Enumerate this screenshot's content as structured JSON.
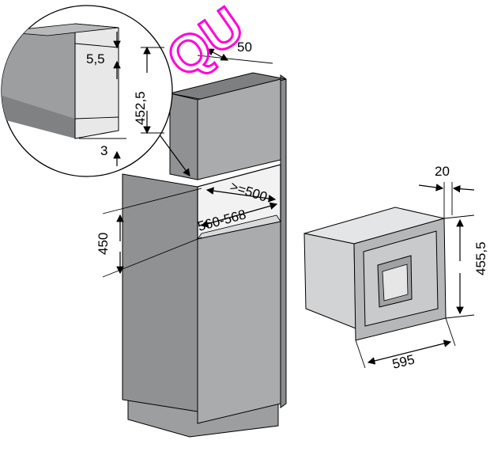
{
  "dimensions": {
    "top_gap": "50",
    "detail_offset": "5,5",
    "detail_height": "452,5",
    "detail_bottom": "3",
    "niche_depth": ">=500",
    "niche_width": "560-568",
    "niche_height": "450",
    "appliance_frame_depth": "20",
    "appliance_height": "455,5",
    "appliance_width": "595"
  },
  "watermark": {
    "text": "QU"
  },
  "colors": {
    "cabinet_front": "#a7a9ab",
    "cabinet_side": "#8e9092",
    "cabinet_top": "#7d7f81",
    "niche_inner": "#f2f2f2",
    "appliance_body": "#d6d7d8",
    "appliance_frame": "#b3b5b7",
    "watermark": "#ff00d8"
  }
}
